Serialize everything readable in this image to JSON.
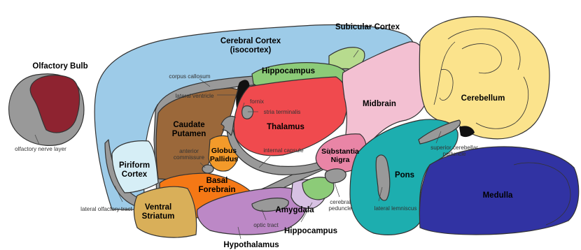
{
  "labels": {
    "olfactory_bulb": "Olfactory Bulb",
    "olfactory_nerve_layer": "olfactory nerve layer",
    "cerebral_cortex_line1": "Cerebral Cortex",
    "cerebral_cortex_line2": "(isocortex)",
    "subicular_cortex": "Subicular Cortex",
    "hippocampus_top": "Hippocampus",
    "corpus_callosum": "corpus callosum",
    "lateral_ventricle": "lateral ventricle",
    "fornix": "fornix",
    "stria_terminalis": "stria terminalis",
    "caudate_putamen_line1": "Caudate",
    "caudate_putamen_line2": "Putamen",
    "thalamus": "Thalamus",
    "midbrain": "Midbrain",
    "cerebellum": "Cerebellum",
    "superior_cerebellar_peduncle_line1": "superior cerebellar",
    "superior_cerebellar_peduncle_line2": "peduncle",
    "anterior_commissure_line1": "anterior",
    "anterior_commissure_line2": "commissure",
    "globus_pallidus_line1": "Globus",
    "globus_pallidus_line2": "Pallidus",
    "internal_capsule": "internal capsule",
    "substantia_nigra_line1": "Substantia",
    "substantia_nigra_line2": "Nigra",
    "piriform_cortex_line1": "Piriform",
    "piriform_cortex_line2": "Cortex",
    "basal_forebrain_line1": "Basal",
    "basal_forebrain_line2": "Forebrain",
    "pons": "Pons",
    "medulla": "Medulla",
    "lateral_olfactory_tract": "lateral olfactory tract",
    "ventral_striatum_line1": "Ventral",
    "ventral_striatum_line2": "Striatum",
    "amygdala": "Amygdala",
    "cerebral_peduncle_line1": "cerebral",
    "cerebral_peduncle_line2": "peduncle",
    "lateral_lemniscus": "lateral lemniscus",
    "optic_tract": "optic tract",
    "hippocampus_bottom": "Hippocampus",
    "hypothalamus": "Hypothalamus"
  },
  "colors": {
    "cerebral_cortex": "#9DCBE8",
    "olfactory_bulb": "#8E2330",
    "subicular_cortex": "#B7DB8E",
    "hippocampus": "#8CCB78",
    "thalamus": "#F04A4E",
    "midbrain": "#F3C0D2",
    "cerebellum": "#FBE38C",
    "caudate_putamen": "#9B683A",
    "globus_pallidus": "#F39A2A",
    "substantia_nigra": "#E985A6",
    "piriform_cortex": "#D6EEF6",
    "basal_forebrain": "#F57815",
    "pons": "#1DAEAF",
    "medulla": "#3133A3",
    "ventral_striatum": "#D9AF59",
    "amygdala": "#D7C1E3",
    "hypothalamus": "#BC88C6",
    "white_matter": "#999999"
  }
}
